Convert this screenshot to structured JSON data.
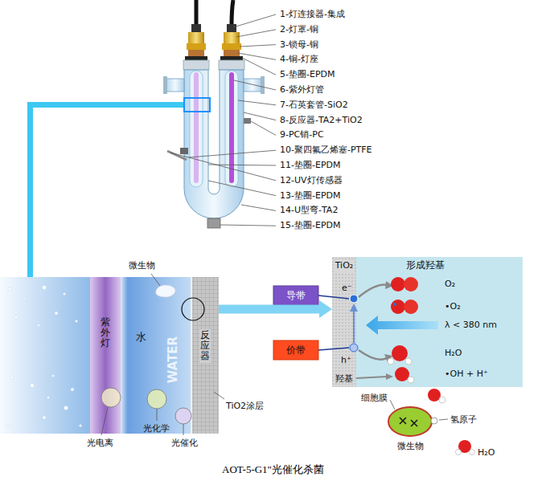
{
  "diagram": {
    "caption": "AOT-5-G1\"光催化杀菌",
    "nodes": [
      {
        "text": [
          "紫外灯"
        ]
      },
      {
        "text": [
          "水"
        ]
      },
      {
        "text": [
          "反应器"
        ]
      },
      {
        "text": [
          "TiO₂"
        ]
      },
      {
        "text": [
          "形成羟基"
        ]
      },
      {
        "text": [
          "导带"
        ]
      },
      {
        "text": [
          "价带"
        ]
      },
      {
        "text": [
          "微生物"
        ]
      }
    ],
    "edges": [
      {
        "from": 2,
        "to": 3,
        "arrow": "to"
      }
    ],
    "labels": [
      "1-灯连接器-集成",
      "2-灯罩-铜",
      "3-锁母-铜",
      "4-铜-灯座",
      "5-垫圈-EPDM",
      "6-紫外灯管",
      "7-石英套管-SiO2",
      "8-反应器-TA2+TiO2",
      "9-PC销-PC",
      "10-聚四氟乙烯塞-PTFE",
      "11-垫圈-EPDM",
      "12-UV灯传感器",
      "13-垫圈-EPDM",
      "14-U型弯-TA2",
      "15-垫圈-EPDM",
      "微生物",
      "WATER",
      "TiO2涂层",
      "光电离",
      "光化学",
      "光催化",
      "e⁻",
      "O₂",
      "•O₂",
      "λ < 380 nm",
      "h⁺",
      "H₂O",
      "•OH + H⁺",
      "羟基",
      "细胞膜",
      "氢原子",
      "H₂O"
    ]
  }
}
